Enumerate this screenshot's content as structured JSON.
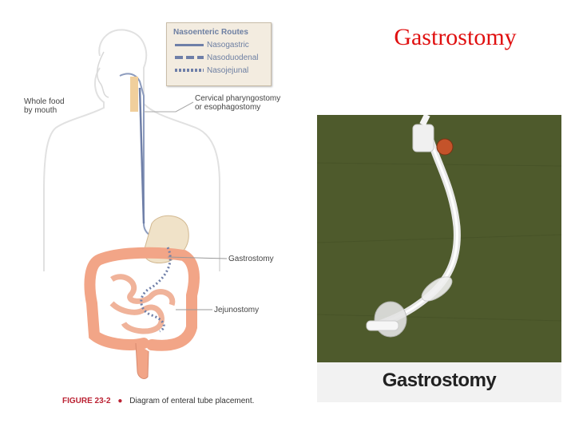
{
  "slide": {
    "title": "Gastrostomy"
  },
  "diagram": {
    "legend": {
      "title": "Nasoenteric Routes",
      "items": [
        {
          "label": "Nasogastric",
          "color": "#6f7fa8"
        },
        {
          "label": "Nasoduodenal",
          "color": "#6f7fa8"
        },
        {
          "label": "Nasojejunal",
          "color": "#6f7fa8"
        }
      ]
    },
    "labels": {
      "whole_food_line1": "Whole food",
      "whole_food_line2": "by mouth",
      "cervical_line1": "Cervical pharyngostomy",
      "cervical_line2": "or esophagostomy",
      "gastrostomy": "Gastrostomy",
      "jejunostomy": "Jejunostomy"
    },
    "caption": {
      "figure": "FIGURE 23-2",
      "bullet": "●",
      "text": "Diagram of enteral tube placement."
    }
  },
  "photo": {
    "caption": "Gastrostomy",
    "background_color": "#4e5a2c"
  },
  "colors": {
    "title": "#e01010",
    "tube": "#6f7fa8",
    "intestine": "#f2a587",
    "stomach": "#f0e2c8"
  }
}
